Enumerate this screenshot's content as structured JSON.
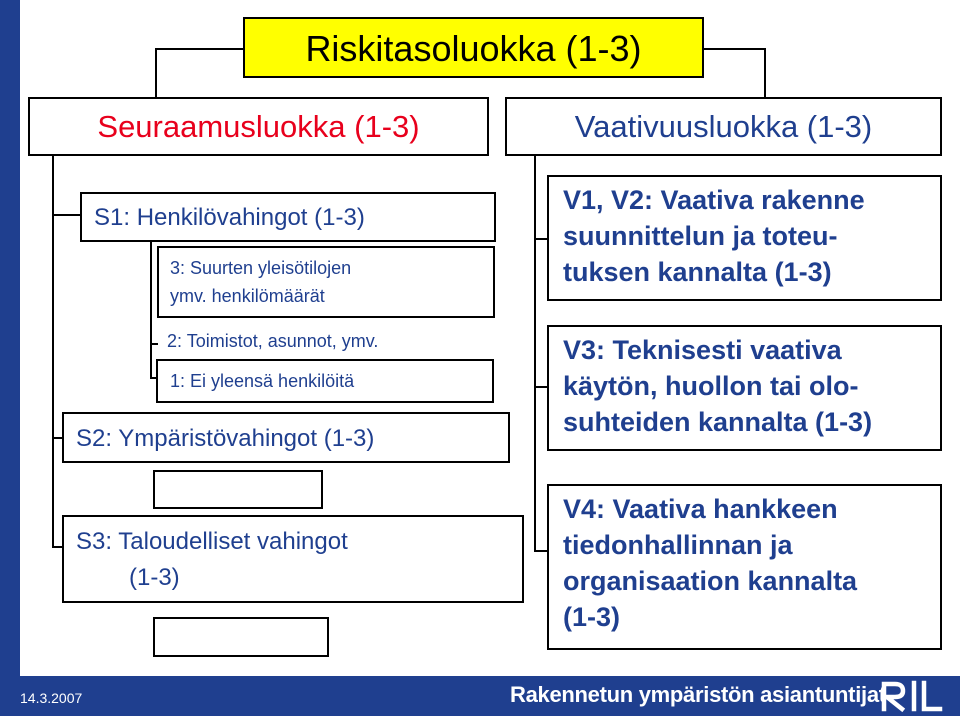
{
  "title": "Riskitasoluokka (1-3)",
  "seuraamus": {
    "title": "Seuraamusluokka (1-3)",
    "s1": "S1: Henkilövahingot (1-3)",
    "s1_items": [
      "3: Suurten yleisötilojen",
      "ymv. henkilömäärät",
      "2: Toimistot, asunnot, ymv.",
      "1: Ei yleensä henkilöitä"
    ],
    "s2": "S2: Ympäristövahingot (1-3)",
    "s3_lines": [
      "S3: Taloudelliset vahingot",
      "(1-3)"
    ]
  },
  "vaativuus": {
    "title": "Vaativuusluokka (1-3)",
    "v12_lines": [
      "V1, V2: Vaativa rakenne",
      "suunnittelun ja toteu-",
      "tuksen kannalta (1-3)"
    ],
    "v3_lines": [
      "V3: Teknisesti vaativa",
      "käytön, huollon tai olo-",
      "suhteiden kannalta (1-3)"
    ],
    "v4_lines": [
      "V4: Vaativa hankkeen",
      "tiedonhallinnan ja",
      "organisaation kannalta",
      "(1-3)"
    ]
  },
  "footer": {
    "date": "14.3.2007",
    "text": "Rakennetun ympäristön asiantuntijat",
    "logo": "RIL"
  },
  "colors": {
    "title": "#000000",
    "seuraamus": "#e8001c",
    "vaativuus": "#1f3f8f",
    "s1_heading": "#1f3f8f",
    "s1_items": "#1f3f8f",
    "s2_s3": "#1f3f8f",
    "v_text": "#1f3f8f",
    "title_bg": "#ffff00",
    "footer_bg": "#1f3f8f"
  }
}
